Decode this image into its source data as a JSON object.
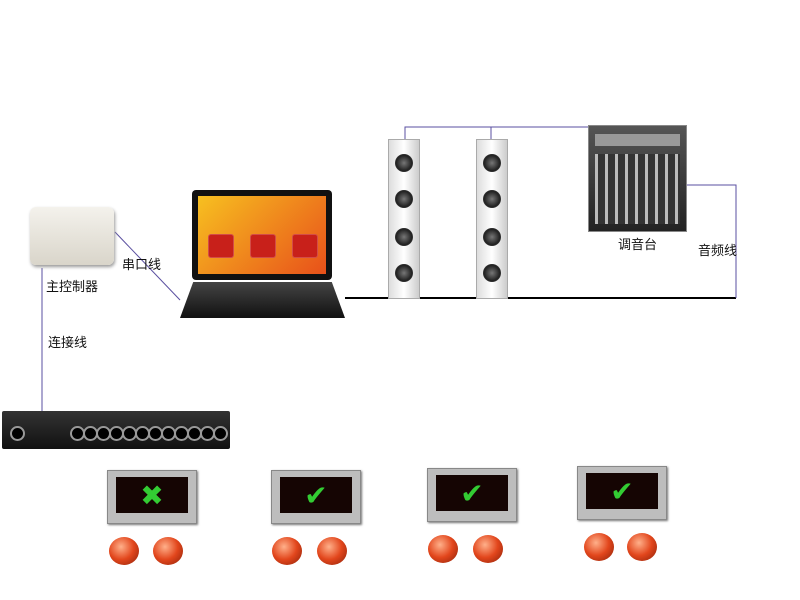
{
  "labels": {
    "controller": "主控制器",
    "serial_line": "串口线",
    "connect_line": "连接线",
    "mixer": "调音台",
    "audio_line": "音频线"
  },
  "stations": [
    {
      "status": "error",
      "mark": "✖"
    },
    {
      "status": "ok",
      "mark": "✔"
    },
    {
      "status": "ok",
      "mark": "✔"
    },
    {
      "status": "ok",
      "mark": "✔"
    }
  ],
  "colors": {
    "mark": "#33cc33",
    "line_purple": "#5a4fa0",
    "button": "#e2461c"
  }
}
